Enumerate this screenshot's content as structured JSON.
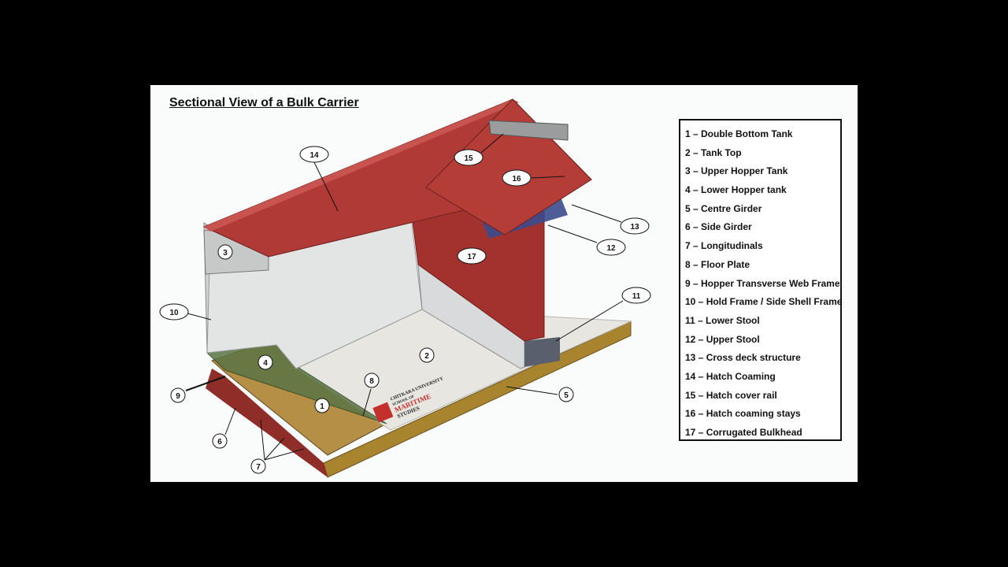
{
  "title": "Sectional View of a Bulk Carrier",
  "legend": [
    "1 – Double Bottom Tank",
    "2 – Tank Top",
    "3 – Upper Hopper Tank",
    "4 – Lower Hopper tank",
    "5 – Centre Girder",
    "6 – Side Girder",
    "7 – Longitudinals",
    "8 – Floor Plate",
    "9 – Hopper Transverse Web Frame",
    "10 – Hold Frame / Side Shell Frame",
    "11 – Lower Stool",
    "12 – Upper Stool",
    "13 – Cross deck structure",
    "14 – Hatch Coaming",
    "15 – Hatch cover rail",
    "16 – Hatch coaming stays",
    "17 – Corrugated Bulkhead"
  ],
  "callouts": [
    "1",
    "2",
    "3",
    "4",
    "5",
    "6",
    "7",
    "8",
    "9",
    "10",
    "11",
    "12",
    "13",
    "14",
    "15",
    "16",
    "17"
  ],
  "logo": {
    "line1": "CHITKARA UNIVERSITY",
    "line2": "SCHOOL OF",
    "line3": "MARITIME",
    "line4": "STUDIES"
  },
  "colors": {
    "deck": "#b03a35",
    "deck_dark": "#8e2b27",
    "tank_top": "#e6e4de",
    "side_shell": "#c9cbcc",
    "keel": "#a8842e",
    "frame_green": "#4c6a3a",
    "cross_deck": "#3b4a8c"
  }
}
